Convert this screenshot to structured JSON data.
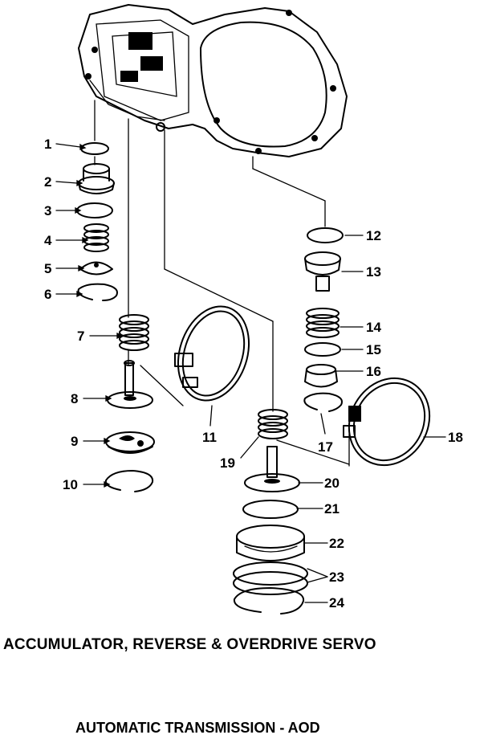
{
  "title": "ACCUMULATOR, REVERSE & OVERDRIVE SERVO",
  "subtitle": "AUTOMATIC TRANSMISSION - AOD",
  "callouts": [
    "1",
    "2",
    "3",
    "4",
    "5",
    "6",
    "7",
    "8",
    "9",
    "10",
    "11",
    "12",
    "13",
    "14",
    "15",
    "16",
    "17",
    "18",
    "19",
    "20",
    "21",
    "22",
    "23",
    "24"
  ]
}
